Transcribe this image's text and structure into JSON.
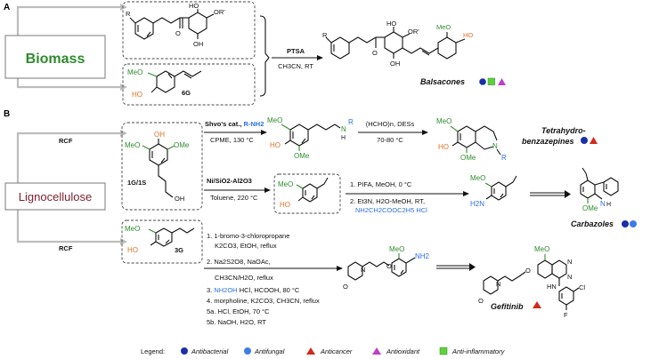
{
  "panels": {
    "a": "A",
    "b": "B"
  },
  "biomass": {
    "label": "Biomass",
    "sub_r": "R",
    "ho1": "HO",
    "oh1": "OH",
    "or_prime": "OR'",
    "o_keto": "O",
    "meo": "MeO",
    "ho": "HO",
    "cpd_6g": "6G",
    "reagent": "PTSA",
    "conditions": "CH3CN, RT",
    "product_name": "Balsacones"
  },
  "lignocellulose": {
    "label": "Lignocellulose",
    "rcf1": "RCF",
    "rcf2": "RCF",
    "src_oh_top": "OH",
    "src_meo": "MeO",
    "src_ome": "OMe",
    "src_oh_tail": "OH",
    "src_label": "1G/1S",
    "route1_cat": "Shvo's cat., ",
    "route1_amine": "R-NH2",
    "route1_cond": "CPME, 130 °C",
    "amine_meo": "MeO",
    "amine_ho": "HO",
    "amine_ome": "OMe",
    "amine_n": "N",
    "amine_h": "H",
    "amine_r": "R",
    "route1b_top": "(HCHO)n, DESs",
    "route1b_bot": "70-80 °C",
    "thb_meo": "MeO",
    "thb_ho": "HO",
    "thb_ome": "OMe",
    "thb_n": "N",
    "thb_r": "R",
    "thb_name1": "Tetrahydro-",
    "thb_name2": "benzazepines",
    "route2_cat": "Ni/SiO2-Al2O3",
    "route2_cond": "Toluene, 220 °C",
    "eg_meo": "MeO",
    "eg_ho": "HO",
    "step1": "1. PIFA, MeOH, 0 °C",
    "step2": "2. Et3N, H2O-MeOH, RT,",
    "step2b": "NH2CH2COOC2H5 HCl",
    "ani_meo": "MeO",
    "ani_h2n": "H2N",
    "carb_ome": "OMe",
    "carb_nh": "N",
    "carb_h": "H",
    "carb_name": "Carbazoles",
    "pg_meo": "MeO",
    "pg_ho": "HO",
    "pg_label": "3G",
    "g1": "1. 1-bromo-3-chloropropane",
    "g1b": "K2CO3, EtOH, reflux",
    "g2": "2. Na2S2O8, NaOAc,",
    "g2b": "CH3CN/H2O, reflux",
    "g3a": "3. ",
    "g3b": "NH2OH",
    "g3c": " HCl, HCOOH, 80 °C",
    "g4": "4. morpholine, K2CO3, CH3CN, reflux",
    "g5a": "5a. HCl, EtOH, 70 °C",
    "g5b": "5b. NaOH, H2O, RT",
    "int_meo": "MeO",
    "int_nh2": "NH2",
    "int_o": "O",
    "int_n": "N",
    "int_morph_o": "O",
    "gef_meo": "MeO",
    "gef_o": "O",
    "gef_n1": "N",
    "gef_n2": "N",
    "gef_hn": "HN",
    "gef_cl": "Cl",
    "gef_f": "F",
    "gef_morph_o": "O",
    "gef_morph_n": "N",
    "gef_name": "Gefitinib"
  },
  "legend": {
    "title": "Legend:",
    "items": [
      "Antibacterial",
      "Antifungal",
      "Anticancer",
      "Antioxidant",
      "Anti-inflammatory"
    ]
  },
  "colors": {
    "green": "#2e8b2e",
    "orange": "#e0702a",
    "blue": "#2f6fe0",
    "maroon": "#7a1f2b",
    "antibacterial": "#1a2fa8",
    "antifungal": "#3d7be8",
    "anticancer": "#d02a1f",
    "antioxidant": "#c23cc8",
    "antiinflammatory": "#5fd13a"
  }
}
